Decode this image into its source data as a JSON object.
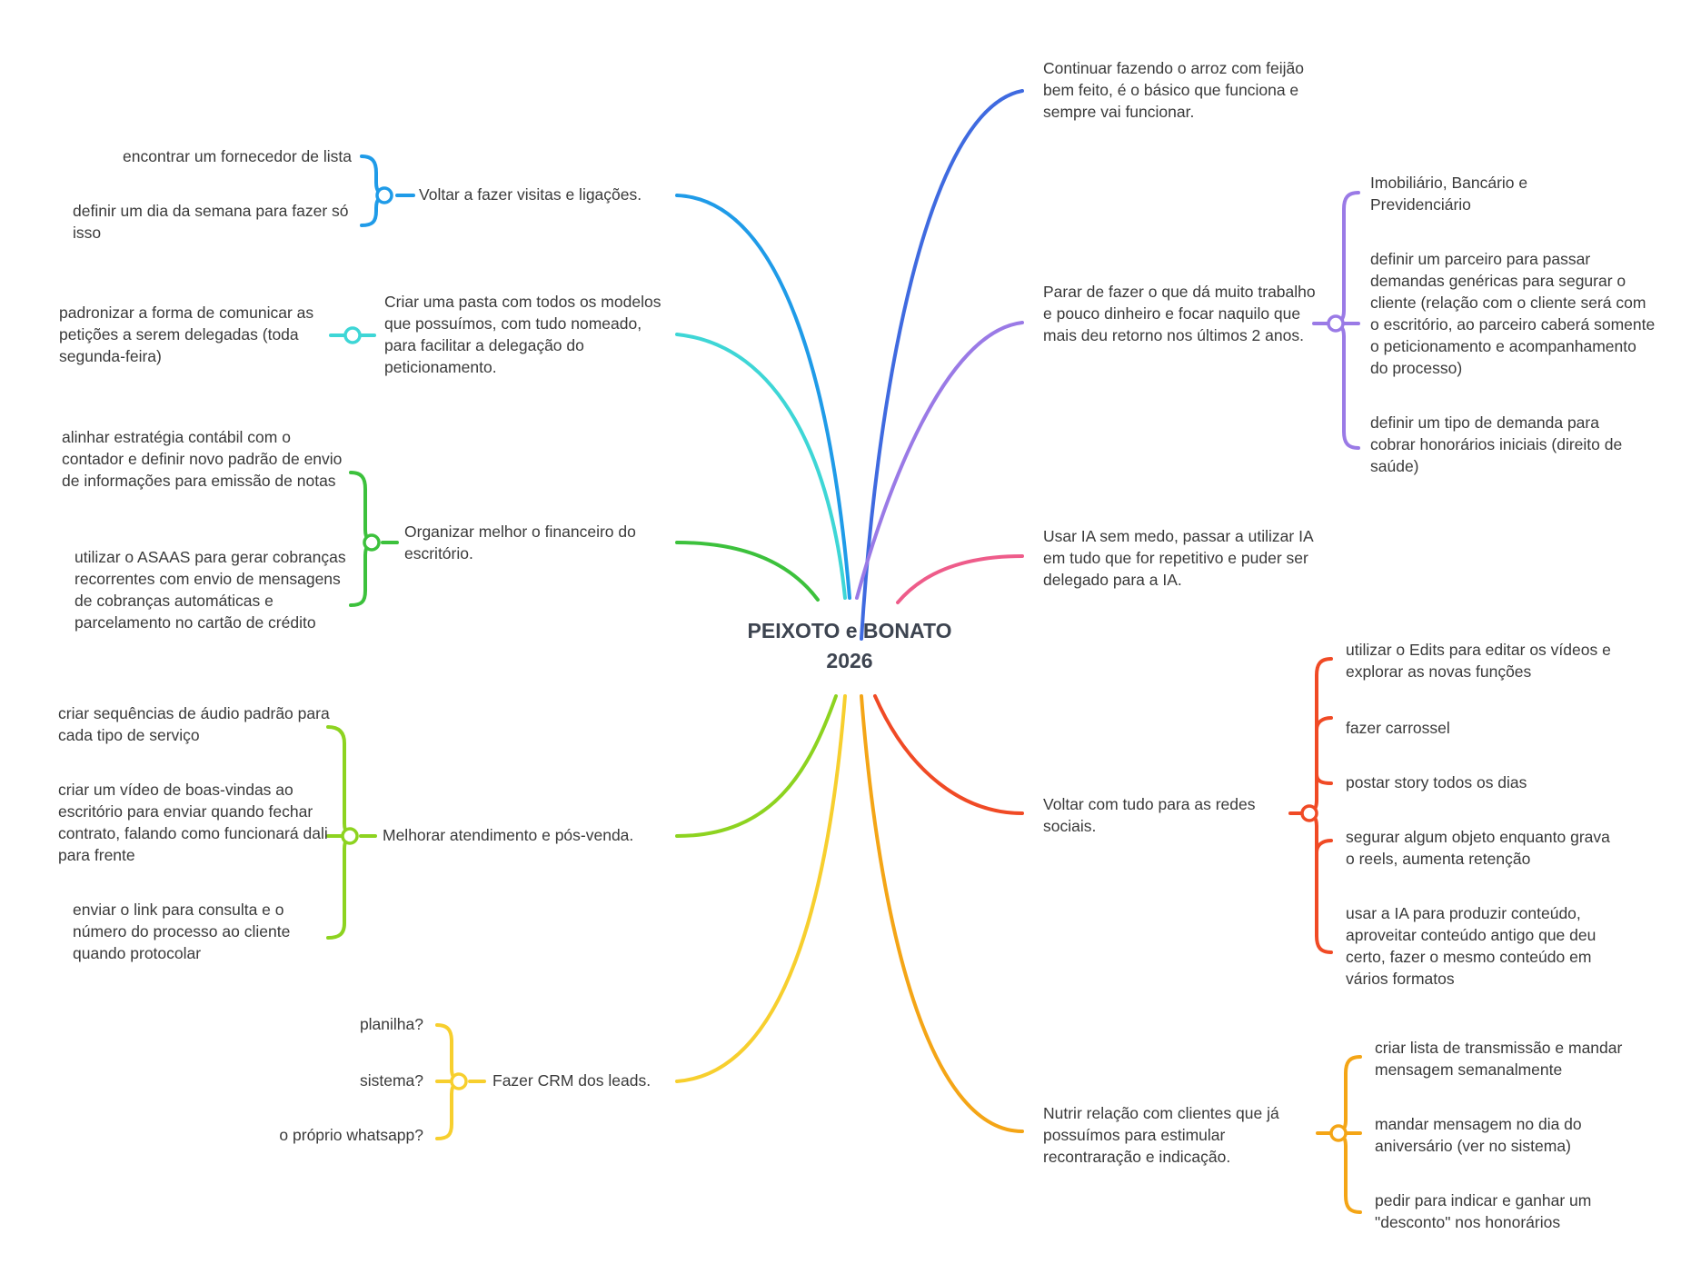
{
  "central": {
    "line1": "PEIXOTO e BONATO",
    "line2": "2026"
  },
  "branches": {
    "b1": {
      "label": "Continuar fazendo o arroz com feijão bem feito, é o básico que funciona e sempre vai funcionar.",
      "color": "#3f6ae0"
    },
    "b2": {
      "label": "Parar de fazer o que dá muito trabalho e pouco dinheiro e focar naquilo que mais deu retorno nos últimos 2 anos.",
      "color": "#9a7ae6",
      "children": [
        "Imobiliário, Bancário e Previdenciário",
        "definir um parceiro para passar demandas genéricas para segurar o cliente (relação com o cliente será com o escritório, ao parceiro caberá somente o peticionamento e acompanhamento do processo)",
        "definir um tipo de demanda para cobrar honorários iniciais (direito de saúde)"
      ]
    },
    "b3": {
      "label": "Usar IA sem medo, passar a utilizar IA em tudo que for repetitivo e puder ser delegado para a IA.",
      "color": "#ee5c8a"
    },
    "b4": {
      "label": "Voltar com tudo para as redes sociais.",
      "color": "#f04a25",
      "children": [
        "utilizar o Edits para editar os vídeos e explorar as novas funções",
        "fazer carrossel",
        "postar story todos os dias",
        "segurar algum objeto enquanto grava o reels, aumenta retenção",
        "usar a IA para produzir conteúdo, aproveitar conteúdo antigo que deu certo, fazer o mesmo conteúdo em vários formatos"
      ]
    },
    "b5": {
      "label": "Nutrir relação com clientes que já possuímos para estimular recontraração e indicação.",
      "color": "#f4a516",
      "children": [
        "criar lista de transmissão e mandar mensagem semanalmente",
        "mandar mensagem no dia do aniversário (ver no sistema)",
        "pedir para indicar e ganhar um \"desconto\" nos honorários"
      ]
    },
    "b6": {
      "label": "Voltar a fazer visitas e ligações.",
      "color": "#1f9be8",
      "children": [
        "encontrar um fornecedor de lista",
        "definir um dia da semana para fazer só isso"
      ]
    },
    "b7": {
      "label": "Criar uma pasta com todos os modelos que possuímos, com tudo nomeado, para facilitar a delegação do peticionamento.",
      "color": "#3ed6d6",
      "children": [
        "padronizar a forma de comunicar as petições a serem delegadas (toda segunda-feira)"
      ]
    },
    "b8": {
      "label": "Organizar melhor o financeiro do escritório.",
      "color": "#3cc13c",
      "children": [
        "alinhar estratégia contábil com o contador e definir novo padrão de envio de informações para emissão de notas",
        "utilizar o ASAAS para gerar cobranças recorrentes com envio de mensagens de cobranças automáticas e parcelamento no cartão de crédito"
      ]
    },
    "b9": {
      "label": "Melhorar atendimento e pós-venda.",
      "color": "#8dd320",
      "children": [
        "criar sequências de áudio padrão para cada tipo de serviço",
        "criar um vídeo de boas-vindas ao escritório para enviar quando fechar contrato, falando como funcionará dali para frente",
        "enviar o link para consulta e o número do processo ao cliente quando protocolar"
      ]
    },
    "b10": {
      "label": "Fazer CRM dos leads.",
      "color": "#f7cf2e",
      "children": [
        "planilha?",
        "sistema?",
        "o próprio whatsapp?"
      ]
    }
  }
}
